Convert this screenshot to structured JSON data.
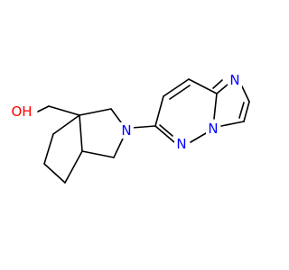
{
  "molecule": {
    "atoms": {
      "oh": {
        "text": "OH",
        "color": "#ff0000"
      },
      "n_ring": {
        "text": "N",
        "color": "#0000ff"
      },
      "n_imidazole": {
        "text": "N",
        "color": "#0000ff"
      },
      "n_bridge": {
        "text": "N",
        "color": "#0000ff"
      },
      "n_pyridazine": {
        "text": "N",
        "color": "#0000ff"
      }
    },
    "bond_color": "#000000",
    "background": "#ffffff"
  }
}
